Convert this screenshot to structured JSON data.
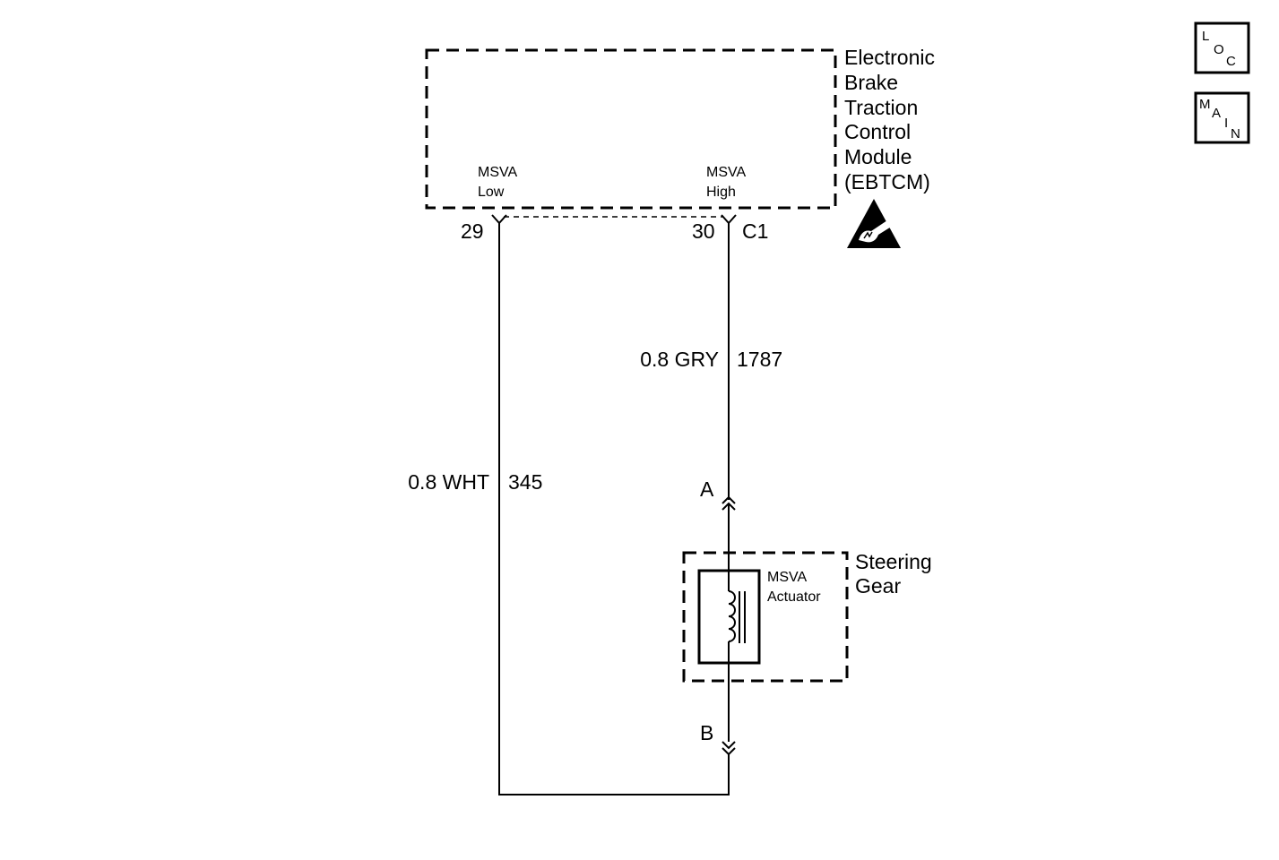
{
  "module": {
    "name_lines": [
      "Electronic",
      "Brake",
      "Traction",
      "Control",
      "Module",
      "(EBTCM)"
    ],
    "low_label_lines": [
      "MSVA",
      "Low"
    ],
    "high_label_lines": [
      "MSVA",
      "High"
    ],
    "pin_low": "29",
    "pin_high": "30",
    "connector": "C1",
    "esd_icon": "esd-sensitive-icon"
  },
  "wires": {
    "high": {
      "size_color": "0.8 GRY",
      "circuit": "1787"
    },
    "low": {
      "size_color": "0.8 WHT",
      "circuit": "345"
    }
  },
  "steering_gear": {
    "name_lines": [
      "Steering",
      "Gear"
    ],
    "actuator_label_lines": [
      "MSVA",
      "Actuator"
    ],
    "terminal_a": "A",
    "terminal_b": "B",
    "coil_icon": "solenoid-coil-icon"
  },
  "nav": {
    "loc": {
      "letters": [
        "L",
        "O",
        "C"
      ]
    },
    "main": {
      "letters": [
        "M",
        "A",
        "I",
        "N"
      ]
    }
  }
}
